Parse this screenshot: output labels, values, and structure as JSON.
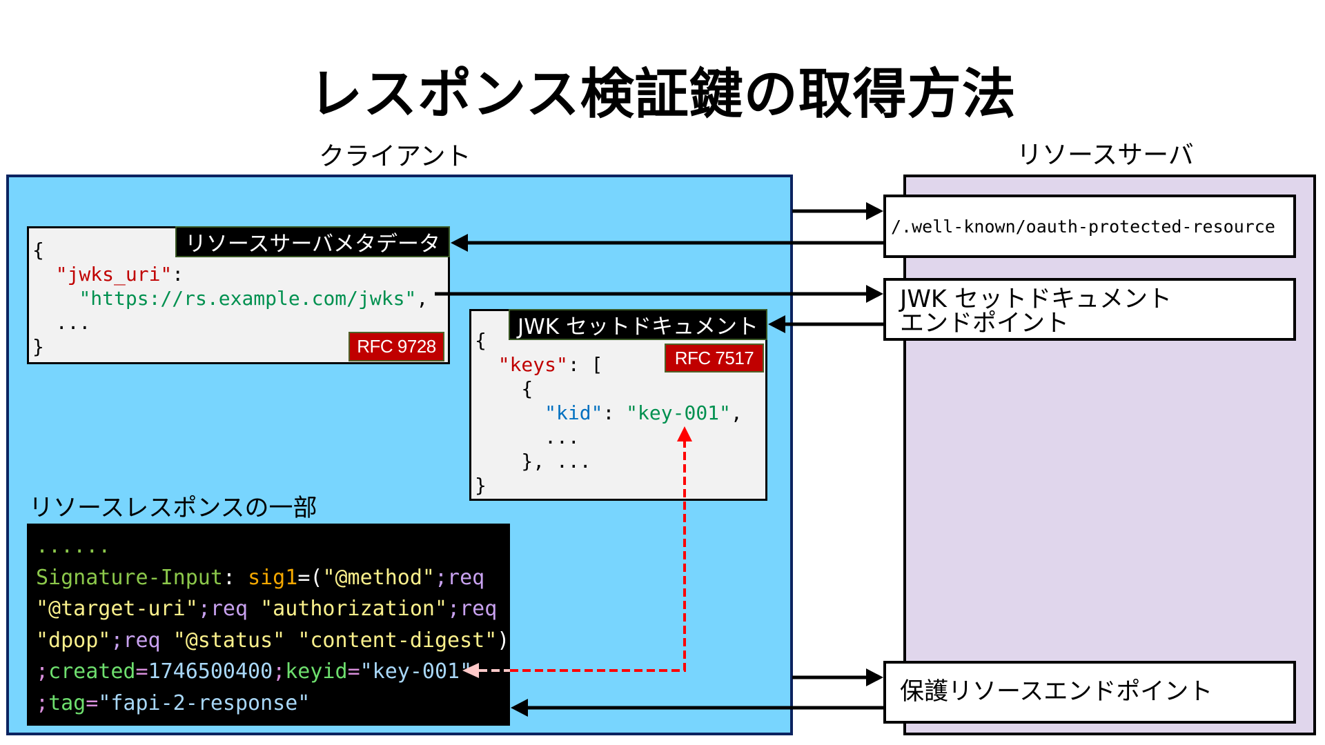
{
  "title": "レスポンス検証鍵の取得方法",
  "client": {
    "label": "クライアント",
    "metadata": {
      "label": "リソースサーバメタデータ",
      "rfc_badge": "RFC 9728",
      "code": [
        [
          {
            "text": "{",
            "kind": "plain"
          }
        ],
        [
          {
            "text": "  ",
            "kind": "plain"
          },
          {
            "text": "\"jwks_uri\"",
            "kind": "key"
          },
          {
            "text": ":",
            "kind": "plain"
          }
        ],
        [
          {
            "text": "    ",
            "kind": "plain"
          },
          {
            "text": "\"https://rs.example.com/jwks\"",
            "kind": "string"
          },
          {
            "text": ",",
            "kind": "plain"
          }
        ],
        [
          {
            "text": "  ...",
            "kind": "plain"
          }
        ],
        [
          {
            "text": "}",
            "kind": "plain"
          }
        ]
      ]
    },
    "jwk_set": {
      "label": "JWK セットドキュメント",
      "rfc_badge": "RFC 7517",
      "code": [
        [
          {
            "text": "{",
            "kind": "plain"
          }
        ],
        [
          {
            "text": "  ",
            "kind": "plain"
          },
          {
            "text": "\"keys\"",
            "kind": "key"
          },
          {
            "text": ": [",
            "kind": "plain"
          }
        ],
        [
          {
            "text": "    {",
            "kind": "plain"
          }
        ],
        [
          {
            "text": "      ",
            "kind": "plain"
          },
          {
            "text": "\"kid\"",
            "kind": "subkey"
          },
          {
            "text": ": ",
            "kind": "plain"
          },
          {
            "text": "\"key-001\"",
            "kind": "string"
          },
          {
            "text": ",",
            "kind": "plain"
          }
        ],
        [
          {
            "text": "      ...",
            "kind": "plain"
          }
        ],
        [
          {
            "text": "    }, ...",
            "kind": "plain"
          }
        ],
        [
          {
            "text": "}",
            "kind": "plain"
          }
        ]
      ]
    },
    "response": {
      "label": "リソースレスポンスの一部",
      "code": [
        [
          {
            "text": "......",
            "kind": "header"
          }
        ],
        [
          {
            "text": "Signature-Input",
            "kind": "header"
          },
          {
            "text": ": ",
            "kind": "punct"
          },
          {
            "text": "sig1",
            "kind": "param"
          },
          {
            "text": "=(",
            "kind": "punct"
          },
          {
            "text": "\"@method\"",
            "kind": "quoted"
          },
          {
            "text": ";req",
            "kind": "req"
          }
        ],
        [
          {
            "text": "\"@target-uri\"",
            "kind": "quoted"
          },
          {
            "text": ";req",
            "kind": "req"
          },
          {
            "text": " ",
            "kind": "punct"
          },
          {
            "text": "\"authorization\"",
            "kind": "quoted"
          },
          {
            "text": ";req",
            "kind": "req"
          }
        ],
        [
          {
            "text": "\"dpop\"",
            "kind": "quoted"
          },
          {
            "text": ";req",
            "kind": "req"
          },
          {
            "text": " ",
            "kind": "punct"
          },
          {
            "text": "\"@status\"",
            "kind": "quoted"
          },
          {
            "text": " ",
            "kind": "punct"
          },
          {
            "text": "\"content-digest\"",
            "kind": "quoted"
          },
          {
            "text": ")",
            "kind": "punct"
          }
        ],
        [
          {
            "text": ";",
            "kind": "sep"
          },
          {
            "text": "created",
            "kind": "attr"
          },
          {
            "text": "=",
            "kind": "sep"
          },
          {
            "text": "1746500400",
            "kind": "value"
          },
          {
            "text": ";",
            "kind": "sep"
          },
          {
            "text": "keyid",
            "kind": "attr"
          },
          {
            "text": "=",
            "kind": "sep"
          },
          {
            "text": "\"key-001\"",
            "kind": "value"
          }
        ],
        [
          {
            "text": ";",
            "kind": "sep"
          },
          {
            "text": "tag",
            "kind": "attr"
          },
          {
            "text": "=",
            "kind": "sep"
          },
          {
            "text": "\"fapi-2-response\"",
            "kind": "value"
          }
        ]
      ]
    }
  },
  "resource_server": {
    "label": "リソースサーバ",
    "endpoints": {
      "metadata": "/.well-known/oauth-protected-resource",
      "jwks_line1": "JWK セットドキュメント",
      "jwks_line2": "エンドポイント",
      "protected": "保護リソースエンドポイント"
    }
  },
  "arrows": [
    {
      "from": "client",
      "to": "/.well-known/oauth-protected-resource",
      "style": "solid"
    },
    {
      "from": "/.well-known/oauth-protected-resource",
      "to": "リソースサーバメタデータ",
      "style": "solid"
    },
    {
      "from": "jwks_uri",
      "to": "JWK セットドキュメント エンドポイント",
      "style": "solid"
    },
    {
      "from": "JWK セットドキュメント エンドポイント",
      "to": "JWK セットドキュメント",
      "style": "solid"
    },
    {
      "from": "client",
      "to": "保護リソースエンドポイント",
      "style": "solid"
    },
    {
      "from": "保護リソースエンドポイント",
      "to": "リソースレスポンスの一部",
      "style": "solid"
    },
    {
      "from": "keyid=\"key-001\"",
      "to": "\"kid\": \"key-001\"",
      "style": "dashed-red"
    }
  ],
  "syntax_colors": {
    "plain": "#000000",
    "key": "#C00000",
    "subkey": "#0070C0",
    "string": "#00904F",
    "header": "#8CC84B",
    "punct": "#FFFFFF",
    "param": "#F5A800",
    "quoted": "#FAF08C",
    "req": "#C9A2F0",
    "sep": "#D98FDC",
    "attr": "#6EDF6E",
    "value": "#A9D8F8"
  }
}
